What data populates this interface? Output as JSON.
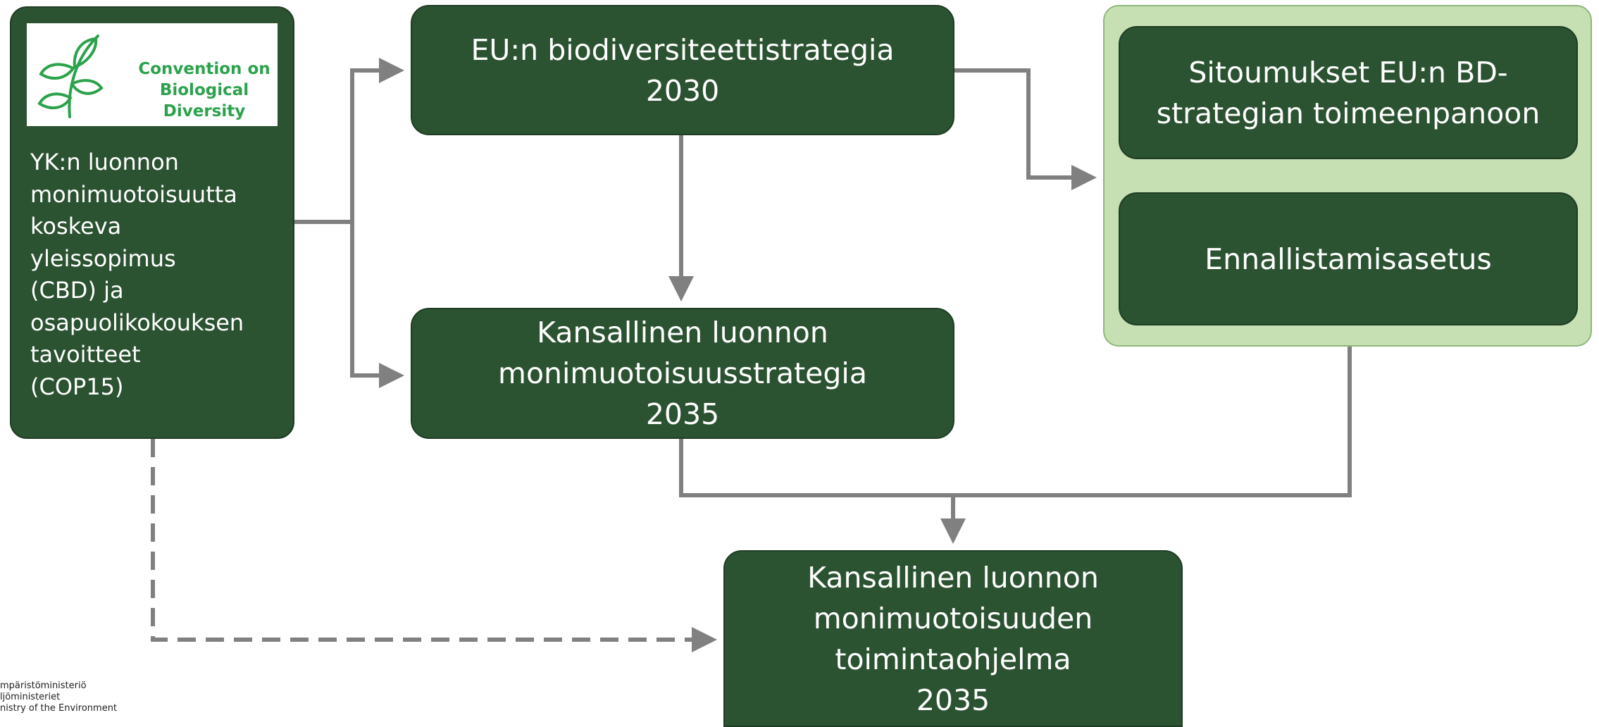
{
  "cbd": {
    "logo_text": "Convention on\nBiological Diversity",
    "text": "YK:n luonnon\nmonimuotoisuutta\nkoskeva\nyleissopimus\n(CBD) ja\nosapuolikokouksen\ntavoitteet\n(COP15)"
  },
  "eu_strategy": {
    "label": "EU:n biodiversiteettistrategia\n2030"
  },
  "national_strategy": {
    "label": "Kansallinen luonnon\nmonimuotoisuusstrategia\n2035"
  },
  "eu_group": {
    "commitments": "Sitoumukset EU:n BD-\nstrategian toimeenpanoon",
    "restoration": "Ennallistamisasetus"
  },
  "action_programme": {
    "label": "Kansallinen luonnon\nmonimuotoisuuden\ntoimintaohjelma\n2035"
  },
  "ministry": {
    "text": "mpäristöministeriö\nljöministeriet\nnistry of the Environment"
  },
  "colors": {
    "box": "#2b5231",
    "group": "#c6e0b4",
    "arrow": "#808080",
    "logo": "#2ba24b"
  }
}
